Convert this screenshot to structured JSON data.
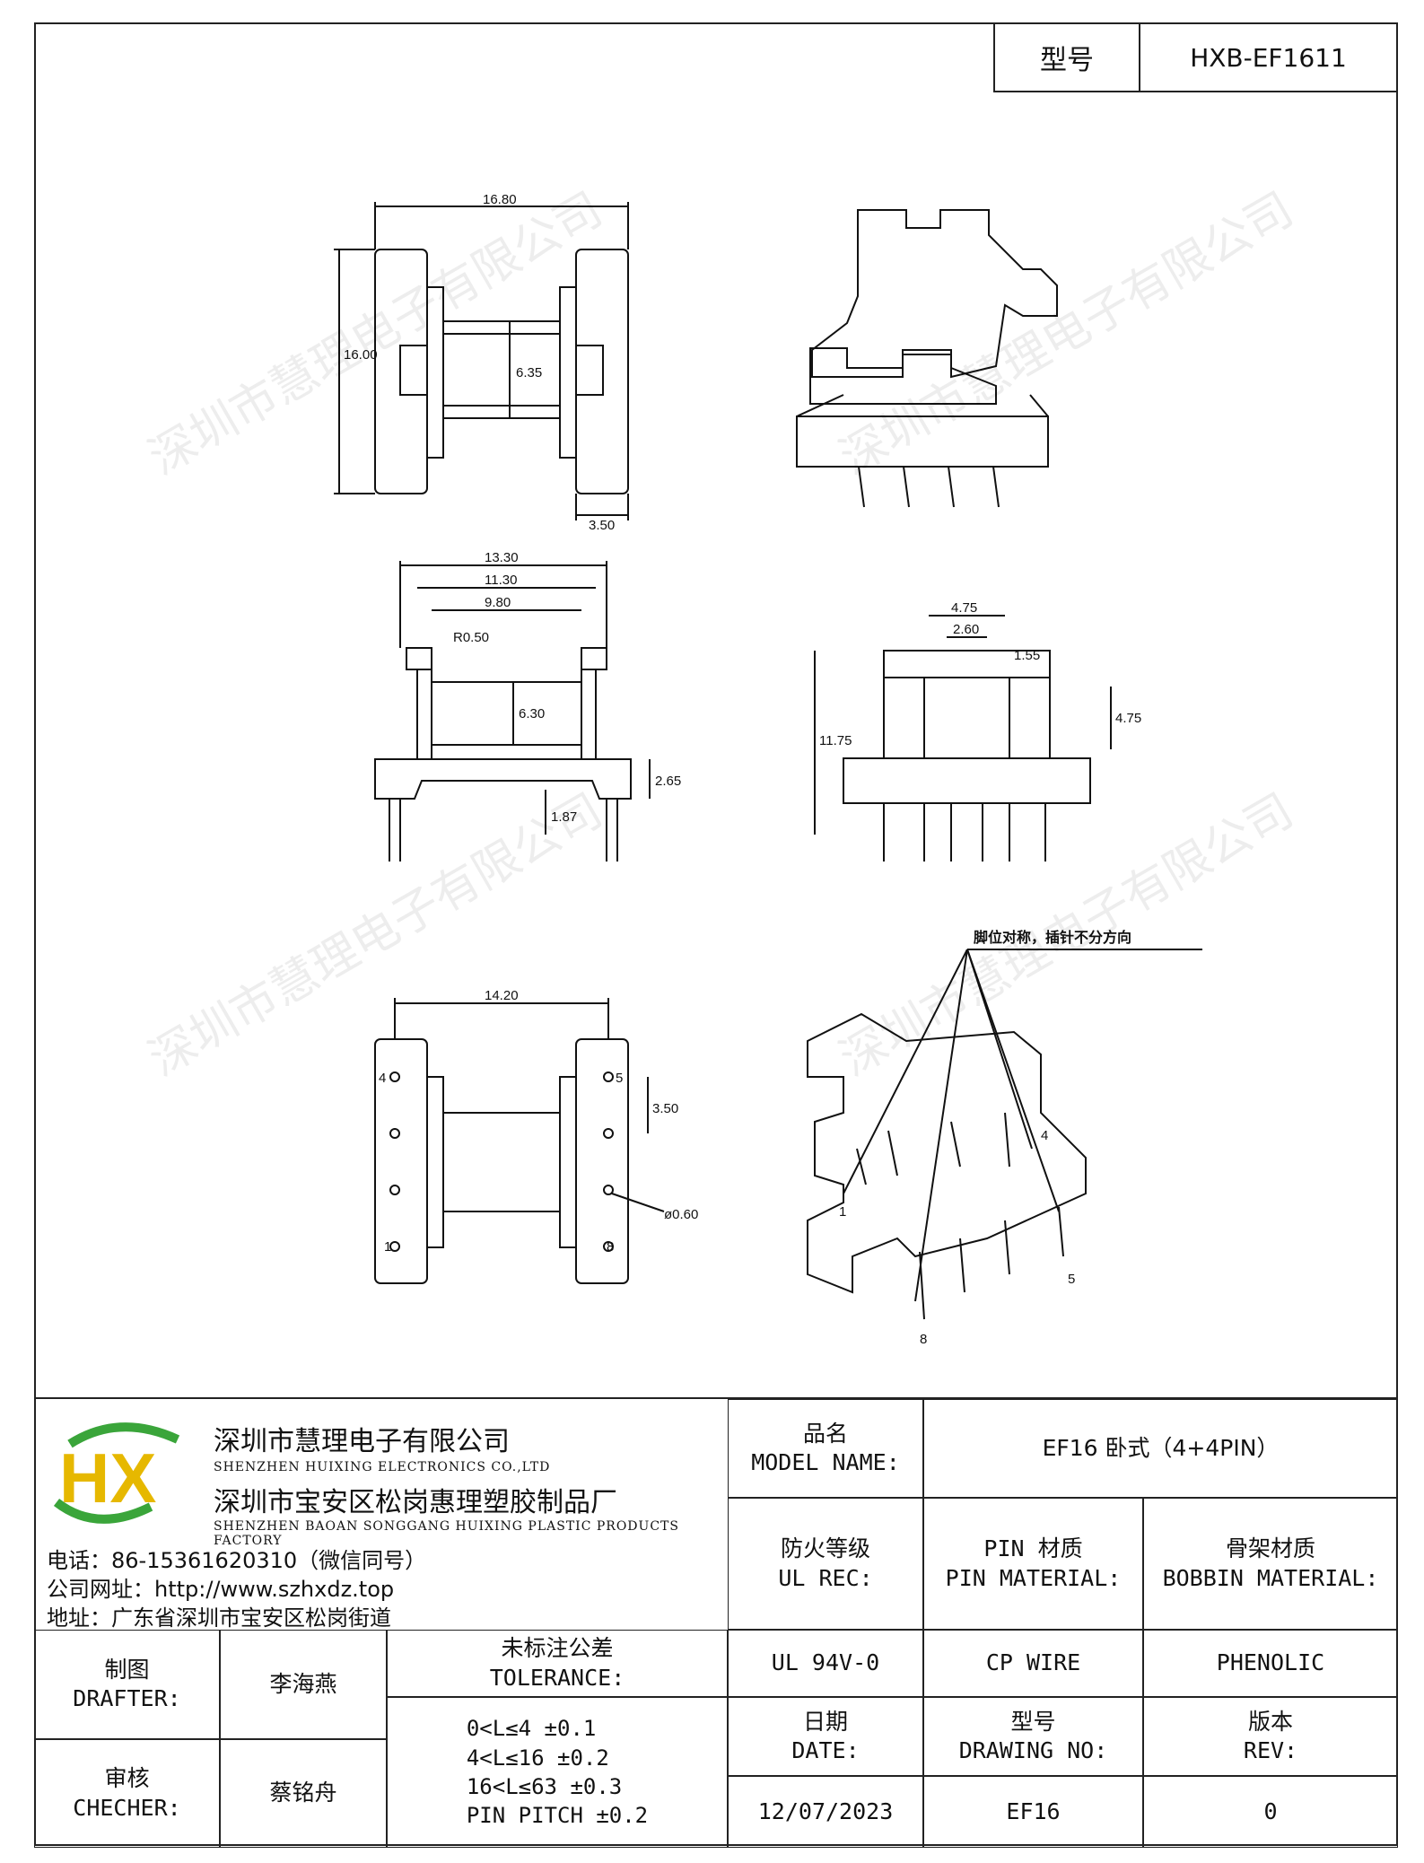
{
  "header": {
    "type_label": "型号",
    "type_value": "HXB-EF1611"
  },
  "watermark": "深圳市慧理电子有限公司",
  "dimensions": {
    "top_width": "16.80",
    "top_height": "16.00",
    "top_inner": "6.35",
    "top_flange": "3.50",
    "front_w1": "13.30",
    "front_w2": "11.30",
    "front_w3": "9.80",
    "front_r": "R0.50",
    "front_h": "6.30",
    "front_base": "2.65",
    "front_pin": "1.87",
    "side_w1": "4.75",
    "side_w2": "2.60",
    "side_h": "11.75",
    "side_slot": "1.55",
    "side_h2": "4.75",
    "bottom_w": "14.20",
    "bottom_pitch": "3.50",
    "bottom_hole": "ø0.60",
    "note": "脚位对称，插针不分方向"
  },
  "pin_numbers": {
    "p1": "1",
    "p4": "4",
    "p5": "5",
    "p8": "8",
    "b4": "4",
    "b5": "5",
    "b1": "1",
    "b8": "8"
  },
  "company": {
    "name_cn": "深圳市慧理电子有限公司",
    "name_en": "SHENZHEN HUIXING ELECTRONICS CO.,LTD",
    "factory_cn": "深圳市宝安区松岗惠理塑胶制品厂",
    "factory_en": "SHENZHEN BAOAN SONGGANG HUIXING PLASTIC PRODUCTS FACTORY",
    "phone": "电话：86-15361620310（微信同号）",
    "website": "公司网址：http://www.szhxdz.top",
    "address": "地址：广东省深圳市宝安区松岗街道",
    "logo_text": "HX"
  },
  "title_block": {
    "model_label_cn": "品名",
    "model_label_en": "MODEL NAME:",
    "model_value": "EF16 卧式（4+4PIN）",
    "fire_label_cn": "防火等级",
    "fire_label_en": "UL REC:",
    "pin_label_cn": "PIN 材质",
    "pin_label_en": "PIN MATERIAL:",
    "bobbin_label_cn": "骨架材质",
    "bobbin_label_en": "BOBBIN MATERIAL:",
    "fire_value": "UL 94V-0",
    "pin_value": "CP WIRE",
    "bobbin_value": "PHENOLIC",
    "drafter_label_cn": "制图",
    "drafter_label_en": "DRAFTER:",
    "drafter_value": "李海燕",
    "checker_label_cn": "审核",
    "checker_label_en": "CHECHER:",
    "checker_value": "蔡铭舟",
    "tol_label_cn": "未标注公差",
    "tol_label_en": "TOLERANCE:",
    "tol_1": "0<L≤4  ±0.1",
    "tol_2": "4<L≤16 ±0.2",
    "tol_3": "16<L≤63 ±0.3",
    "tol_4": "PIN PITCH ±0.2",
    "date_label_cn": "日期",
    "date_label_en": "DATE:",
    "date_value": "12/07/2023",
    "dwg_label_cn": "型号",
    "dwg_label_en": "DRAWING NO:",
    "dwg_value": "EF16",
    "rev_label_cn": "版本",
    "rev_label_en": "REV:",
    "rev_value": "0"
  }
}
